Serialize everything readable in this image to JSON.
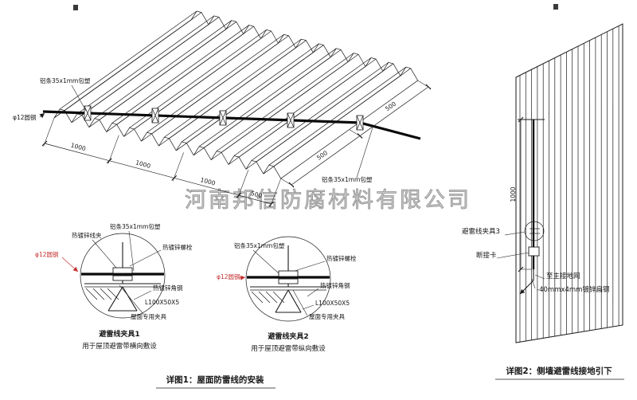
{
  "watermark": "河南邦信防腐材料有限公司",
  "common": {
    "strip": "铝条35x1mm包塑",
    "rod": "φ12圆钢",
    "bolt": "热镀锌螺栓",
    "wire_clip": "热镀锌线夹",
    "angle": "热镀锌角钢",
    "angle_size": "L100X50X5",
    "roof_clamp": "屋面专用夹具",
    "dim_1000": "1000",
    "dim_500": "500"
  },
  "clamp1": {
    "title": "避雷线夹具1",
    "subtitle": "用于屋顶避雷带横向敷设"
  },
  "clamp2": {
    "title": "避雷线夹具2",
    "subtitle": "用于屋顶避雷带纵向敷设"
  },
  "wall": {
    "clamp3": "避雷线夹具3",
    "disconnect": "断接卡",
    "to_ground": "至主接地网",
    "flat_steel": "-40mmx4mm镀锌扁钢"
  },
  "captions": {
    "detail1": "详图1：屋面防雷线的安装",
    "detail2": "详图2：侧墙避雷线接地引下"
  }
}
